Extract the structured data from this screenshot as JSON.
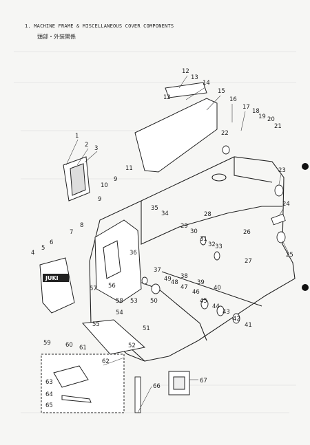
{
  "document": {
    "title": "1. MACHINE FRAME & MISCELLANEOUS COVER COMPONENTS",
    "subtitle": "頭部・外装関係"
  },
  "callouts": [
    "1",
    "2",
    "3",
    "4",
    "5",
    "6",
    "7",
    "8",
    "9",
    "9",
    "10",
    "11",
    "12",
    "12",
    "13",
    "14",
    "15",
    "16",
    "17",
    "18",
    "19",
    "20",
    "21",
    "22",
    "23",
    "24",
    "25",
    "26",
    "27",
    "28",
    "29",
    "30",
    "31",
    "32",
    "33",
    "34",
    "35",
    "36",
    "37",
    "38",
    "39",
    "40",
    "41",
    "42",
    "43",
    "44",
    "45",
    "46",
    "47",
    "48",
    "49",
    "50",
    "51",
    "52",
    "53",
    "54",
    "55",
    "56",
    "57",
    "58",
    "59",
    "60",
    "61",
    "62",
    "63",
    "64",
    "65",
    "66",
    "67"
  ],
  "logo_text": "JUKI"
}
